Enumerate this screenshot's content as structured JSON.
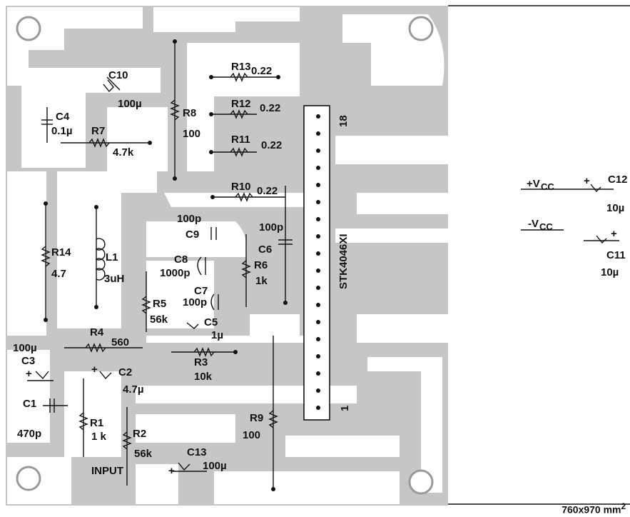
{
  "components": {
    "R13": {
      "ref": "R13",
      "value": "0.22"
    },
    "R12": {
      "ref": "R12",
      "value": "0.22"
    },
    "R11": {
      "ref": "R11",
      "value": "0.22"
    },
    "R10": {
      "ref": "R10",
      "value": "0.22"
    },
    "C10": {
      "ref": "C10",
      "value": "100µ"
    },
    "C4": {
      "ref": "C4",
      "value": "0.1µ"
    },
    "R7": {
      "ref": "R7",
      "value": "4.7k"
    },
    "R8": {
      "ref": "R8",
      "value": "100"
    },
    "C9": {
      "ref": "C9",
      "value": "100p"
    },
    "C8": {
      "ref": "C8",
      "value": "1000p"
    },
    "C7": {
      "ref": "C7",
      "value": "100p"
    },
    "C6": {
      "ref": "C6",
      "value": "100p"
    },
    "C5": {
      "ref": "C5",
      "value": "1µ"
    },
    "R6": {
      "ref": "R6",
      "value": "1k"
    },
    "R14": {
      "ref": "R14",
      "value": "4.7"
    },
    "L1": {
      "ref": "L1",
      "value": "3uH"
    },
    "R5": {
      "ref": "R5",
      "value": "56k"
    },
    "R4": {
      "ref": "R4",
      "value": "560"
    },
    "R3": {
      "ref": "R3",
      "value": "10k"
    },
    "C3": {
      "ref": "C3",
      "value": "100µ"
    },
    "C2": {
      "ref": "C2",
      "value": "4.7µ"
    },
    "C1": {
      "ref": "C1",
      "value": "470p"
    },
    "R1": {
      "ref": "R1",
      "value": "1 k"
    },
    "R2": {
      "ref": "R2",
      "value": "56k"
    },
    "C13": {
      "ref": "C13",
      "value": "100µ"
    },
    "R9": {
      "ref": "R9",
      "value": "100"
    },
    "C12": {
      "ref": "C12",
      "value": "10µ"
    },
    "C11": {
      "ref": "C11",
      "value": "10µ"
    }
  },
  "ic": {
    "part": "STK4046XI",
    "pin_first": "18",
    "pin_last": "1"
  },
  "labels": {
    "vcc_pos": "+V",
    "vcc_neg": "-V",
    "vcc_sub": "CC",
    "input": "INPUT",
    "plus": "+"
  },
  "footer": {
    "dimensions": "760x970 mm",
    "exponent": "2"
  }
}
